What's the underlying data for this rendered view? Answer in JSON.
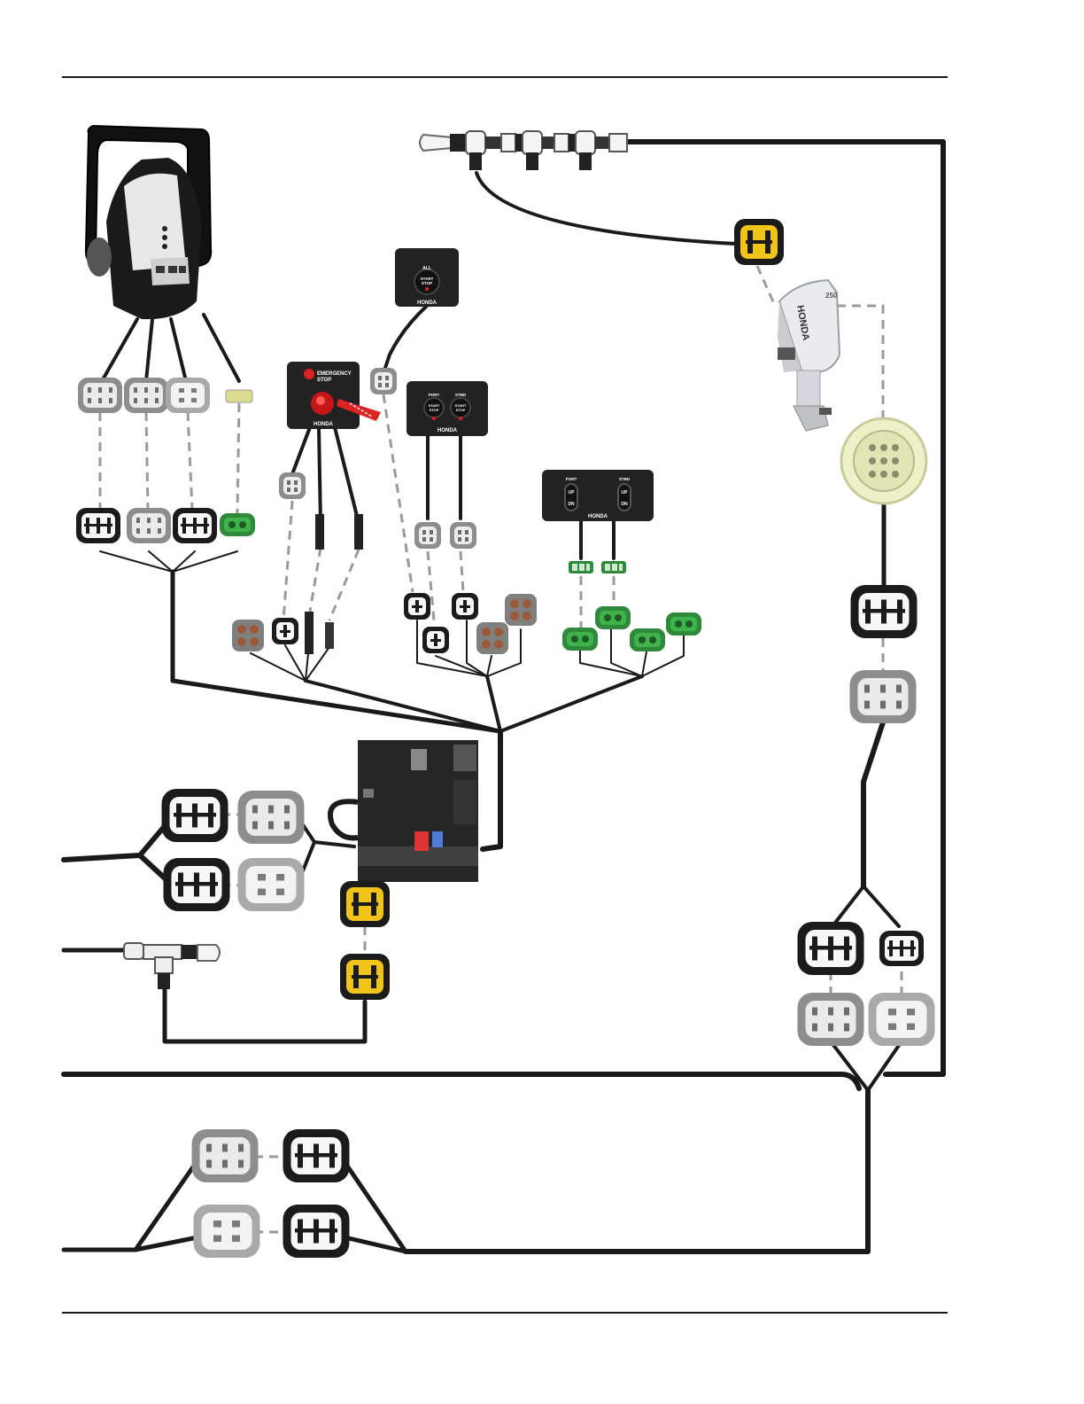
{
  "diagram": {
    "panels": {
      "all_start_stop": {
        "label_top": "ALL",
        "label_btn_1": "START",
        "label_btn_2": "STOP",
        "brand": "HONDA"
      },
      "emergency_stop": {
        "label_1": "EMERGENCY",
        "label_2": "STOP",
        "brand": "HONDA"
      },
      "start_stop_dual": {
        "left_top": "PORT",
        "right_top": "STBD",
        "btn_1": "START",
        "btn_2": "STOP",
        "brand": "HONDA"
      },
      "trim_dual": {
        "left_top": "PORT",
        "right_top": "STBD",
        "up": "UP",
        "dn": "DN",
        "brand": "HONDA"
      }
    },
    "engine": {
      "brand": "HONDA",
      "model": "250"
    },
    "colors": {
      "wire": "#1a1a1a",
      "dash": "#9a9a9a",
      "green_connector": "#3fb24a",
      "yellow_connector": "#f2c41a",
      "gray_connector": "#bfc2bf",
      "cream_connector": "#eef0c8"
    }
  }
}
